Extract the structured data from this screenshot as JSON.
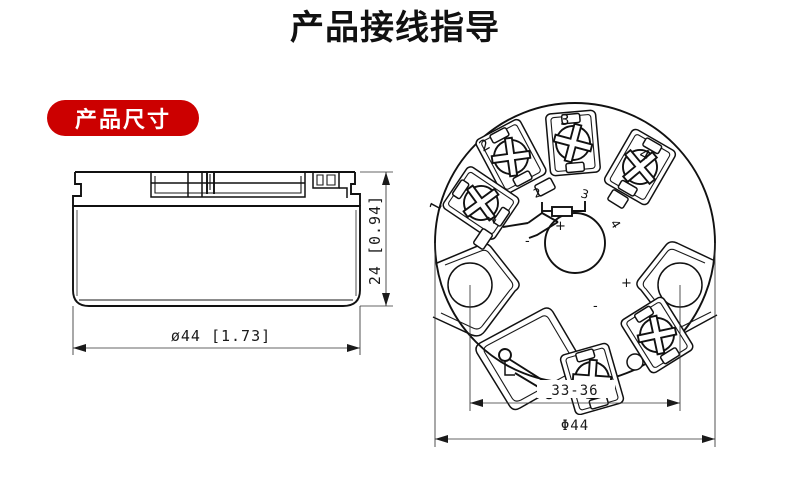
{
  "page": {
    "title": "产品接线指导",
    "background_color": "#ffffff"
  },
  "badge": {
    "label": "产品尺寸",
    "color": "#cc0000",
    "text_color": "#ffffff"
  },
  "side_view": {
    "name": "product-side-view",
    "dimensions": {
      "width_label": "ø44  [1.73]",
      "height_label": "24 [0.94]"
    }
  },
  "board_view": {
    "name": "terminal-board-top-view",
    "terminal_labels": [
      "1",
      "2",
      "3",
      "4"
    ],
    "schematic_labels": [
      "1",
      "2",
      "3",
      "4"
    ],
    "polarity_labels": {
      "plus": "+",
      "minus": "-"
    },
    "dimensions": {
      "inner_label": "33-36",
      "outer_label": "Φ44"
    }
  }
}
